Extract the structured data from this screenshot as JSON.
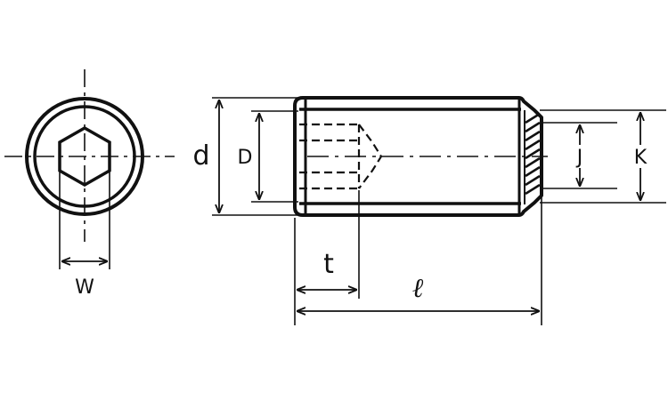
{
  "diagram": {
    "labels": {
      "d": "d",
      "D": "D",
      "J": "J",
      "K": "K",
      "W": "W",
      "t": "t",
      "l": "ℓ"
    },
    "colors": {
      "ink": "#111111",
      "background": "#ffffff"
    }
  }
}
